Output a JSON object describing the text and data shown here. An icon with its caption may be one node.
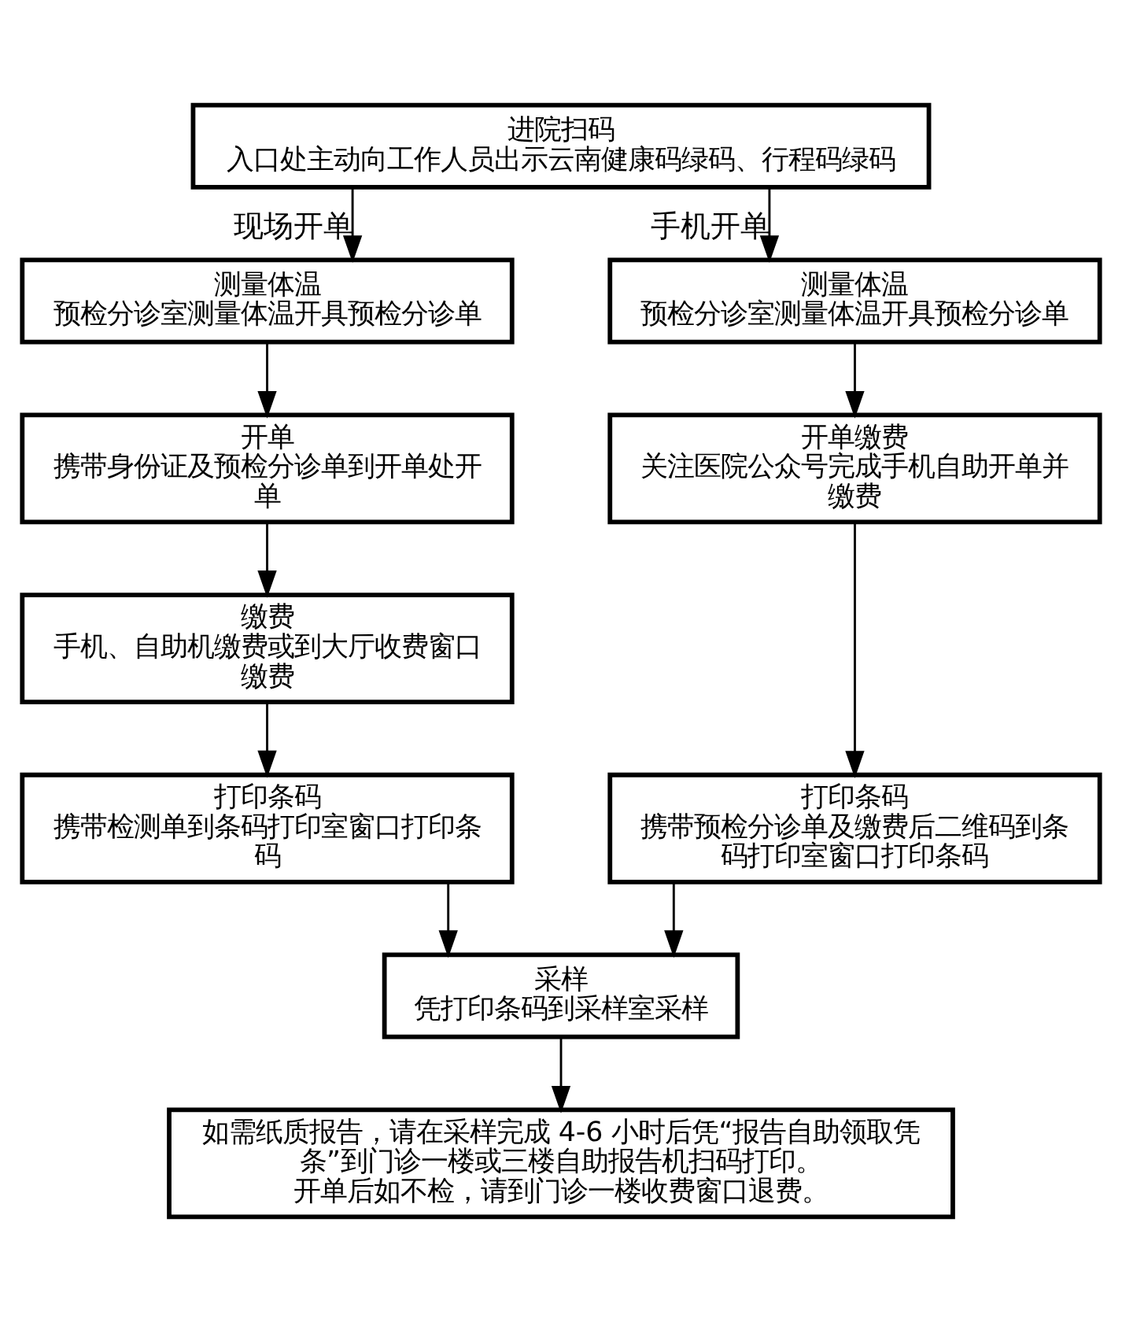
{
  "diagram": {
    "nodes": [
      {
        "text": [
          "进院扫码",
          "入口处主动向工作人员出示云南健康码绿码、行程码绿码"
        ]
      },
      {
        "text": [
          "测量体温",
          "预检分诊室测量体温开具预检分诊单"
        ]
      },
      {
        "text": [
          "开单",
          "携带身份证及预检分诊单到开单处开单"
        ]
      },
      {
        "text": [
          "缴费",
          "手机、自助机缴费或到大厅收费窗口缴费"
        ]
      },
      {
        "text": [
          "打印条码",
          "携带检测单到条码打印室窗口打印条码"
        ]
      },
      {
        "text": [
          "测量体温",
          "预检分诊室测量体温开具预检分诊单"
        ]
      },
      {
        "text": [
          "开单缴费",
          "关注医院公众号完成手机自助开单并缴费"
        ]
      },
      {
        "text": [
          "打印条码",
          "携带预检分诊单及缴费后二维码到条码打印室窗口打印条码"
        ]
      },
      {
        "text": [
          "采样",
          "凭打印条码到采样室采样"
        ]
      },
      {
        "text": [
          "如需纸质报告，请在采样完成 4-6 小时后凭“报告自助领取凭条”到门诊一楼或三楼自助报告机扫码打印。",
          "开单后如不检，请到门诊一楼收费窗口退费。"
        ]
      }
    ],
    "edges": [
      {
        "from": 0,
        "to": 1,
        "arrow": "to",
        "label": "现场开单"
      },
      {
        "from": 0,
        "to": 5,
        "arrow": "to",
        "label": "手机开单"
      },
      {
        "from": 1,
        "to": 2,
        "arrow": "to"
      },
      {
        "from": 2,
        "to": 3,
        "arrow": "to"
      },
      {
        "from": 3,
        "to": 4,
        "arrow": "to"
      },
      {
        "from": 5,
        "to": 6,
        "arrow": "to"
      },
      {
        "from": 6,
        "to": 7,
        "arrow": "to"
      },
      {
        "from": 4,
        "to": 8,
        "arrow": "to"
      },
      {
        "from": 7,
        "to": 8,
        "arrow": "to"
      },
      {
        "from": 8,
        "to": 9,
        "arrow": "to"
      }
    ]
  }
}
